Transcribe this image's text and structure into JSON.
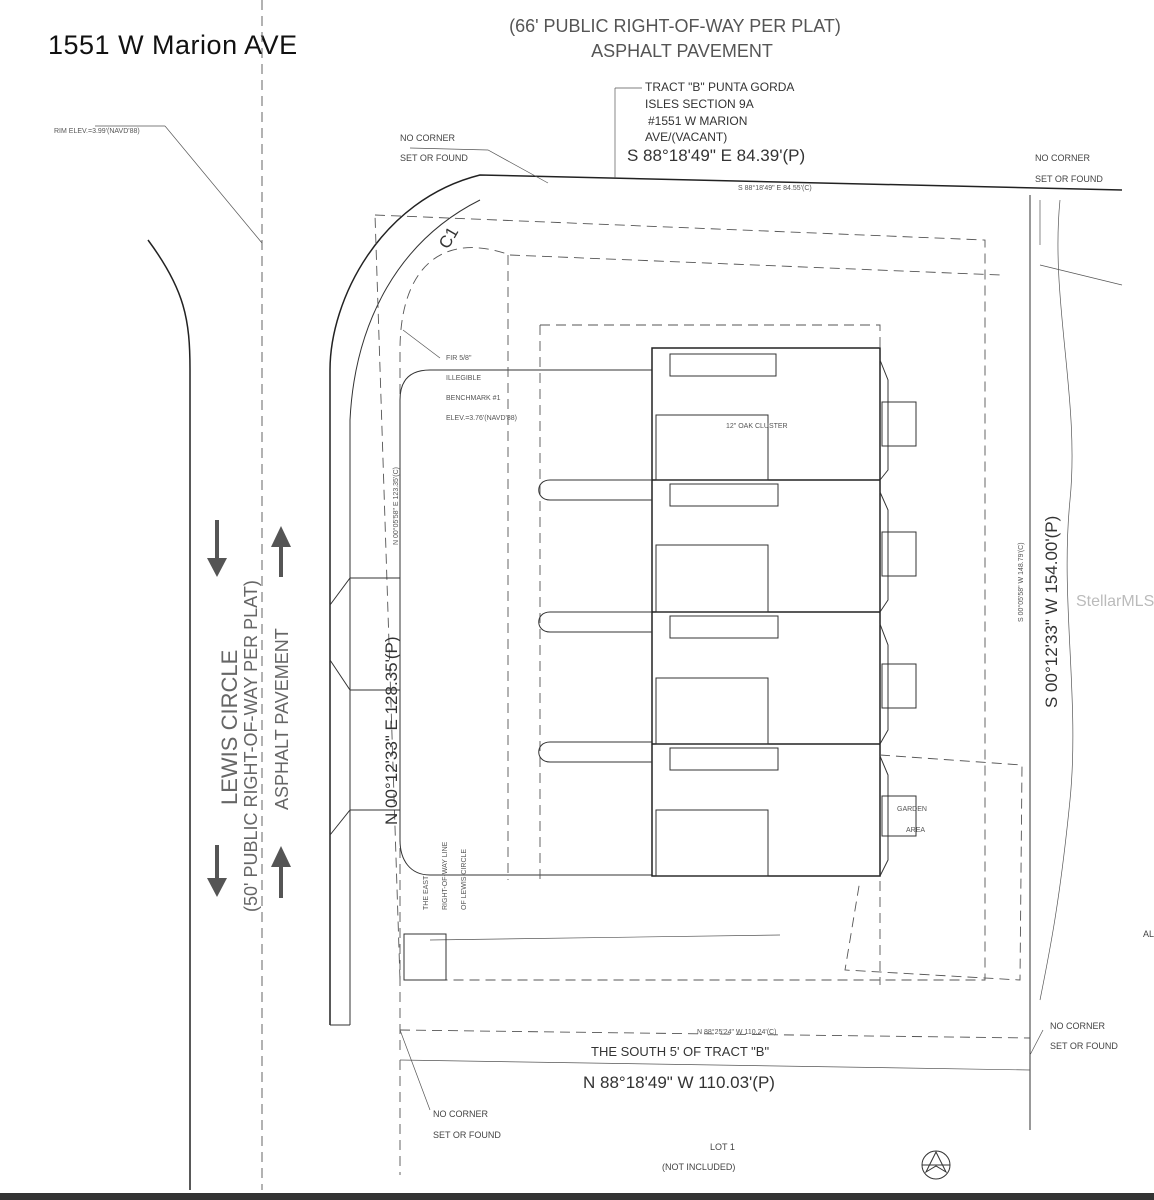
{
  "page_title": "1551 W Marion AVE",
  "north_row": {
    "line1": "(66' PUBLIC RIGHT-OF-WAY PER PLAT)",
    "line2": "ASPHALT PAVEMENT"
  },
  "tract_label": [
    "TRACT \"B\" PUNTA GORDA",
    "ISLES SECTION 9A",
    "#1551 W MARION",
    "AVE/(VACANT)"
  ],
  "bearings": {
    "north_plat": "S 88°18'49\" E   84.39'(P)",
    "north_calc": "S 88°18'49\" E  84.55'(C)",
    "east_plat": "S 00°12'33\" W  154.00'(P)",
    "east_calc": "S 00°05'58\" W  148.79'(C)",
    "west_plat": "N 00°12'33\" E  128.35'(P)",
    "west_calc": "N 00°05'58\" E  123.35'(C)",
    "south_plat": "N 88°18'49\" W  110.03'(P)",
    "south_calc": "N 88°25'24\" W  110.24'(C)",
    "curve": "C1"
  },
  "west_road": {
    "name": "LEWIS CIRCLE",
    "row": "(50' PUBLIC RIGHT-OF-WAY PER PLAT)",
    "surface": "ASPHALT PAVEMENT"
  },
  "notes": {
    "rim_elev": "RIM ELEV.=3.99'(NAVD'88)",
    "corner_nw_1": "NO CORNER",
    "corner_nw_2": "SET OR FOUND",
    "corner_ne_1": "NO CORNER",
    "corner_ne_2": "SET OR FOUND",
    "corner_se_1": "NO CORNER",
    "corner_se_2": "SET OR FOUND",
    "corner_sw_1": "NO CORNER",
    "corner_sw_2": "SET OR FOUND",
    "fir": "FIR 5/8\"",
    "illegible": "ILLEGIBLE",
    "benchmark": "BENCHMARK #1",
    "bm_elev": "ELEV.=3.76'(NAVD'88)",
    "oak": "12\" OAK CLUSTER",
    "garden_1": "GARDEN",
    "garden_2": "AREA",
    "east_row_1": "THE EAST",
    "east_row_2": "RIGHT-OF-WAY LINE",
    "east_row_3": "OF LEWIS CIRCLE",
    "south_strip": "THE SOUTH 5' OF TRACT \"B\"",
    "lot_1": "LOT 1",
    "lot_1_note": "(NOT INCLUDED)",
    "corner_right_cut": "AL"
  },
  "watermark": "StellarMLS"
}
